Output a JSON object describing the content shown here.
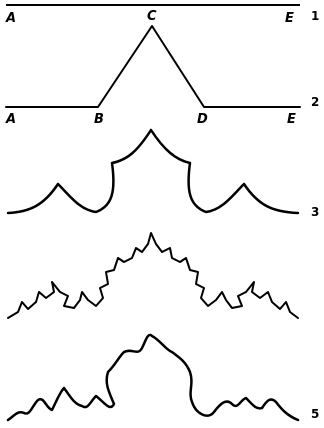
{
  "figure": {
    "stage1": {
      "points": [
        "A",
        "C",
        "E"
      ],
      "number": "1"
    },
    "stage2": {
      "points": [
        "A",
        "B",
        "C",
        "D",
        "E"
      ],
      "number": "2"
    },
    "stage3": {
      "number": "3"
    },
    "stage4": {
      "number": ""
    },
    "stage5": {
      "number": "5"
    }
  },
  "colors": {
    "ink": "#000000",
    "background": "#ffffff"
  }
}
